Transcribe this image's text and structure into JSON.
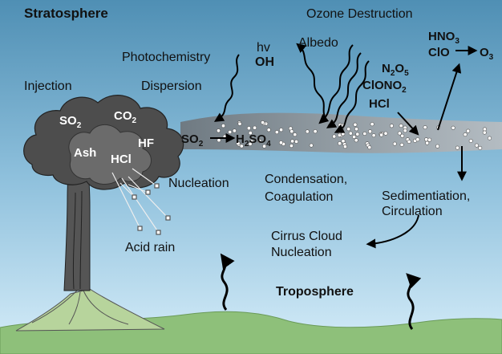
{
  "labels": {
    "stratosphere": "Stratosphere",
    "troposphere": "Troposphere",
    "ozone_destruction": "Ozone Destruction",
    "photochemistry": "Photochemistry",
    "hv": "hv",
    "oh": "OH",
    "albedo": "Albedo",
    "injection": "Injection",
    "dispersion": "Dispersion",
    "nucleation": "Nucleation",
    "acid_rain": "Acid rain",
    "condensation": "Condensation,",
    "coagulation": "Coagulation",
    "sedimentation": "Sedimentiation,",
    "circulation": "Circulation",
    "cirrus_cloud": "Cirrus Cloud",
    "cirrus_nucleation": "Nucleation",
    "hno3": "HNO",
    "hno3_sub": "3",
    "clo": "ClO",
    "o3": "O",
    "o3_sub": "3",
    "n2o5_a": "N",
    "n2o5_sub1": "2",
    "n2o5_b": "O",
    "n2o5_sub2": "5",
    "clono2": "ClONO",
    "clono2_sub": "2",
    "hcl": "HCl",
    "so2": "SO",
    "so2_sub": "2",
    "h2so4_a": "H",
    "h2so4_sub1": "2",
    "h2so4_b": "SO",
    "h2so4_sub2": "4",
    "plume_so2": "SO",
    "plume_so2_sub": "2",
    "plume_co2": "CO",
    "plume_co2_sub": "2",
    "plume_ash": "Ash",
    "plume_hf": "HF",
    "plume_hcl": "HCl"
  },
  "colors": {
    "sky_top": "#4f8fb4",
    "sky_bottom": "#d3ebf8",
    "ground": "#8ec07a",
    "plume_dark": "#4a4a4a",
    "plume_mid": "#666666",
    "aerosol_band": "#8e9aa3"
  }
}
